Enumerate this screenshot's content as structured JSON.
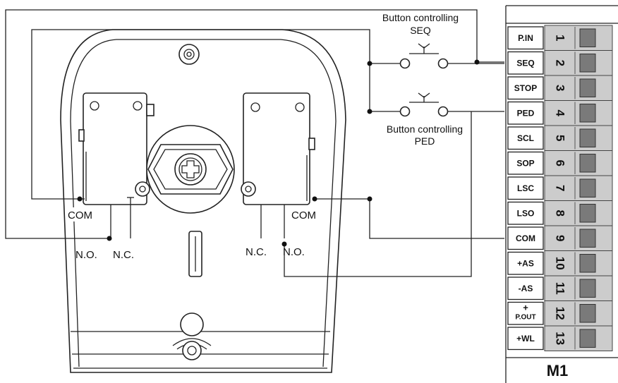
{
  "buttons": {
    "seq": [
      "Button controlling",
      "SEQ"
    ],
    "ped": [
      "Button controlling",
      "PED"
    ]
  },
  "switch_labels": {
    "left_com": "COM",
    "left_no": "N.O.",
    "left_nc": "N.C.",
    "right_com": "COM",
    "right_nc": "N.C.",
    "right_no": "N.O."
  },
  "terminal_block": {
    "title": "M1",
    "terminals": [
      {
        "label": "P.IN",
        "number": "1"
      },
      {
        "label": "SEQ",
        "number": "2"
      },
      {
        "label": "STOP",
        "number": "3"
      },
      {
        "label": "PED",
        "number": "4"
      },
      {
        "label": "SCL",
        "number": "5"
      },
      {
        "label": "SOP",
        "number": "6"
      },
      {
        "label": "LSC",
        "number": "7"
      },
      {
        "label": "LSO",
        "number": "8"
      },
      {
        "label": "COM",
        "number": "9"
      },
      {
        "label": "+AS",
        "number": "10"
      },
      {
        "label": "-AS",
        "number": "11"
      },
      {
        "label": "P.OUT",
        "label_top": "+",
        "number": "12"
      },
      {
        "label": "+WL",
        "number": "13"
      }
    ]
  },
  "colors": {
    "line": "#222222",
    "block_bg": "#cccccc",
    "screw": "#7a7a7a"
  }
}
